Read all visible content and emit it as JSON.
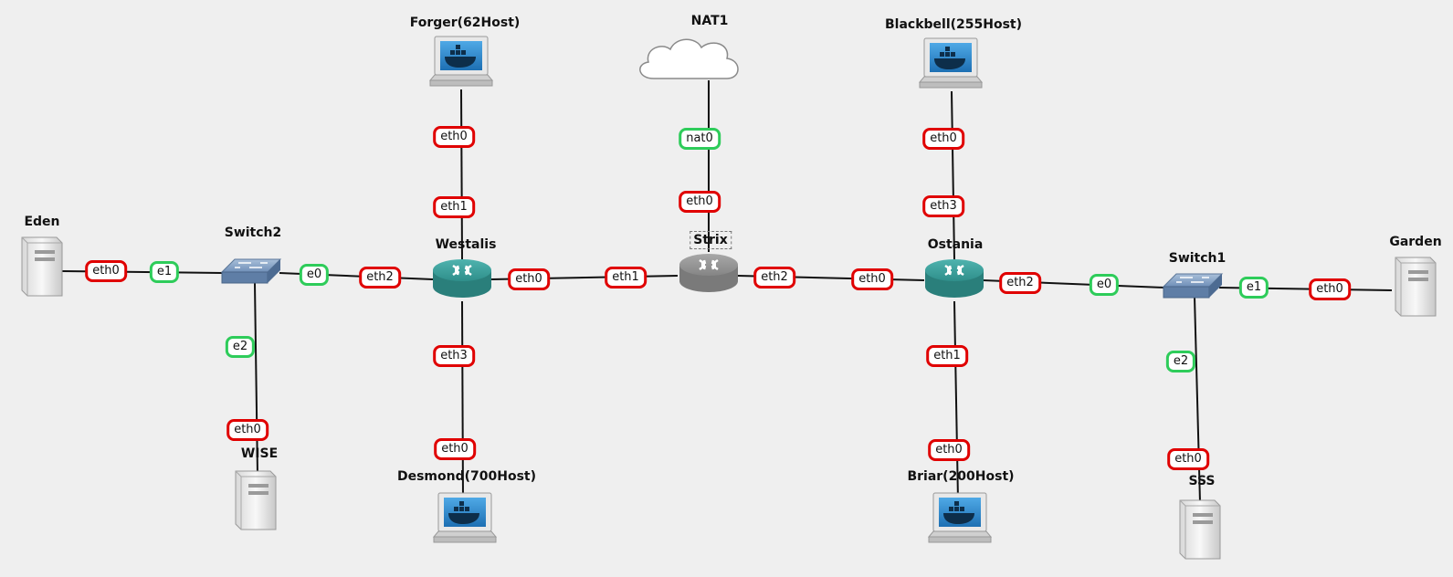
{
  "colors": {
    "background": "#efefef",
    "link_down_red": "#e00000",
    "link_up_green": "#2ecc5a",
    "router_teal": "#2f8f8b",
    "router_gray": "#808080"
  },
  "nodes": {
    "forger": {
      "label": "Forger(62Host)",
      "icon": "docker-host-icon"
    },
    "nat1": {
      "label": "NAT1",
      "icon": "cloud-icon"
    },
    "blackbell": {
      "label": "Blackbell(255Host)",
      "icon": "docker-host-icon"
    },
    "eden": {
      "label": "Eden",
      "icon": "server-icon"
    },
    "switch2": {
      "label": "Switch2",
      "icon": "switch-icon"
    },
    "westalis": {
      "label": "Westalis",
      "icon": "router-icon"
    },
    "strix": {
      "label": "Strix",
      "icon": "router-icon"
    },
    "ostania": {
      "label": "Ostania",
      "icon": "router-icon"
    },
    "switch1": {
      "label": "Switch1",
      "icon": "switch-icon"
    },
    "garden": {
      "label": "Garden",
      "icon": "server-icon"
    },
    "wise": {
      "label": "WISE",
      "icon": "server-icon"
    },
    "desmond": {
      "label": "Desmond(700Host)",
      "icon": "docker-host-icon"
    },
    "briar": {
      "label": "Briar(200Host)",
      "icon": "docker-host-icon"
    },
    "sss": {
      "label": "SSS",
      "icon": "server-icon"
    }
  },
  "ports": {
    "forger_eth0": "eth0",
    "westalis_eth1": "eth1",
    "nat1_nat0": "nat0",
    "strix_eth0": "eth0",
    "blackbell_eth0": "eth0",
    "ostania_eth3": "eth3",
    "eden_eth0": "eth0",
    "switch2_e1": "e1",
    "switch2_e0": "e0",
    "westalis_eth2": "eth2",
    "westalis_eth0": "eth0",
    "strix_eth1": "eth1",
    "strix_eth2": "eth2",
    "ostania_eth0": "eth0",
    "ostania_eth2": "eth2",
    "switch1_e0": "e0",
    "switch1_e1": "e1",
    "garden_eth0": "eth0",
    "switch2_e2": "e2",
    "wise_eth0": "eth0",
    "westalis_eth3": "eth3",
    "desmond_eth0": "eth0",
    "ostania_eth1": "eth1",
    "briar_eth0": "eth0",
    "switch1_e2": "e2",
    "sss_eth0": "eth0"
  }
}
